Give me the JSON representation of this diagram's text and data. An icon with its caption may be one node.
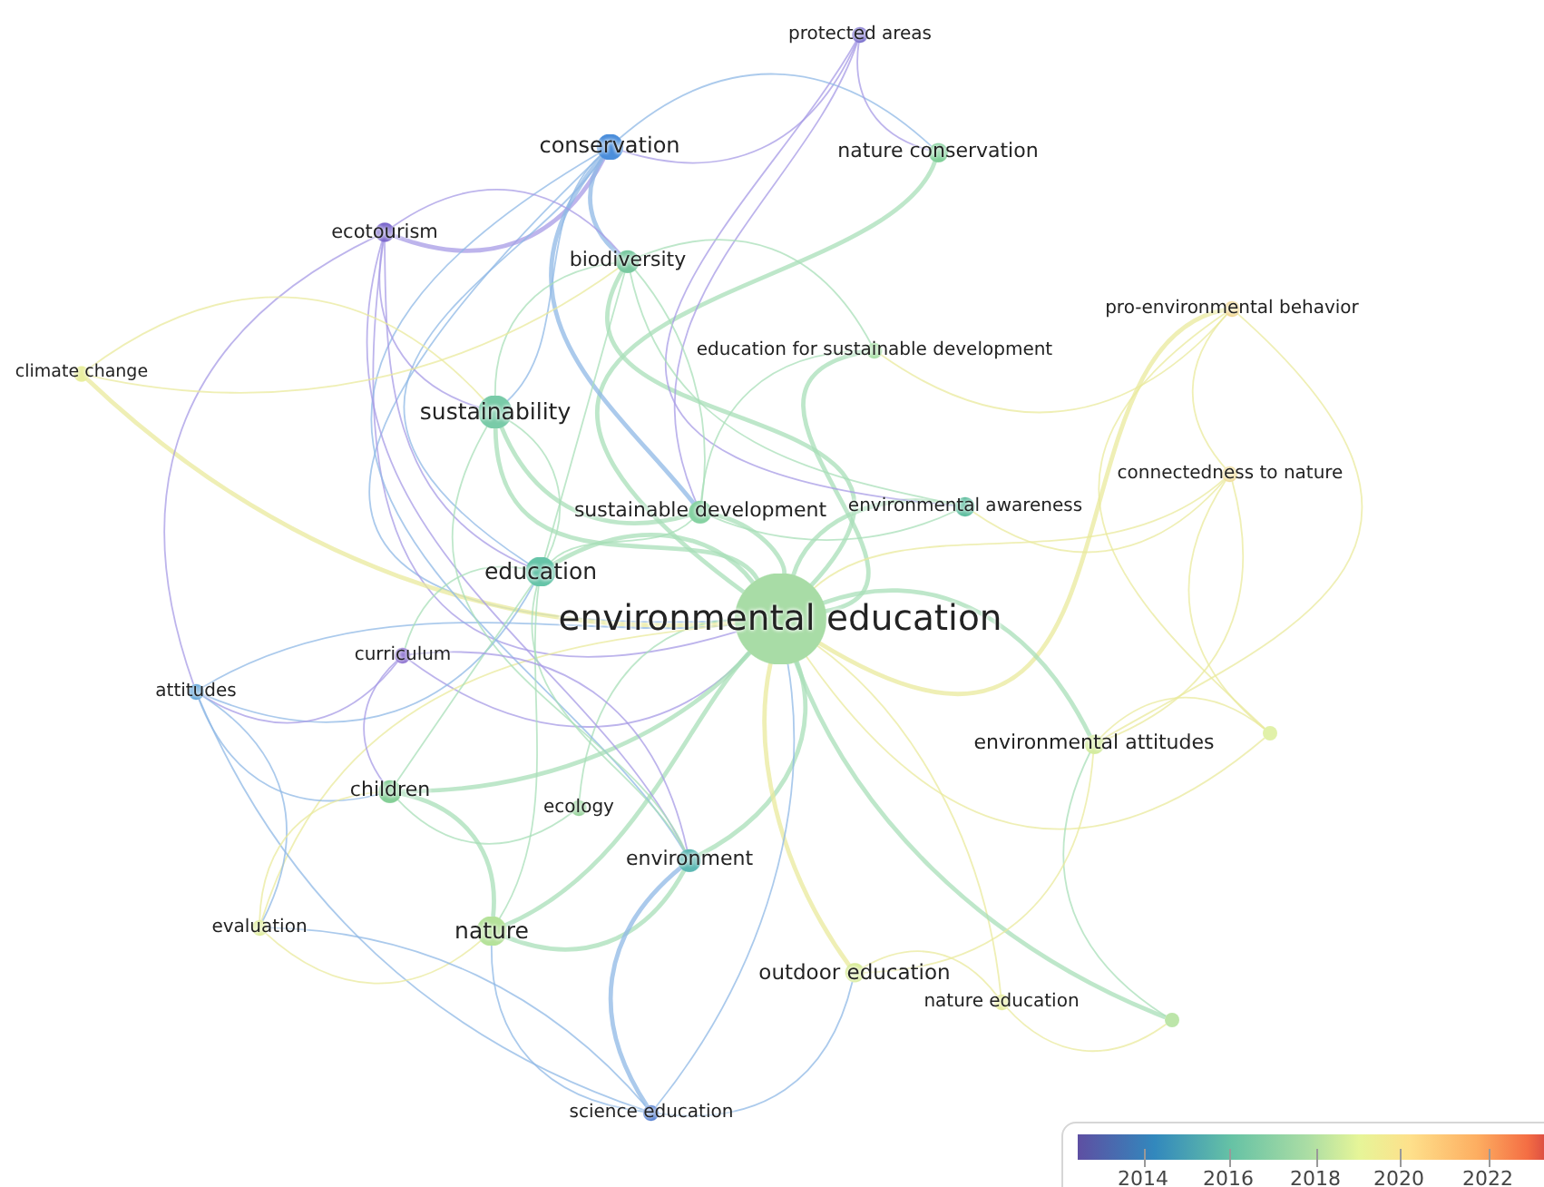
{
  "diagram": {
    "nodes": [
      {
        "text": [
          "protected areas"
        ]
      },
      {
        "text": [
          "conservation"
        ]
      },
      {
        "text": [
          "nature conservation"
        ]
      },
      {
        "text": [
          "ecotourism"
        ]
      },
      {
        "text": [
          "biodiversity"
        ]
      },
      {
        "text": [
          "pro-environmental behavior"
        ]
      },
      {
        "text": [
          "climate change"
        ]
      },
      {
        "text": [
          "education for sustainable development"
        ]
      },
      {
        "text": [
          "sustainability"
        ]
      },
      {
        "text": [
          "connectedness to nature"
        ]
      },
      {
        "text": [
          "sustainable development"
        ]
      },
      {
        "text": [
          "environmental awareness"
        ]
      },
      {
        "text": [
          "education"
        ]
      },
      {
        "text": [
          "environmental education"
        ]
      },
      {
        "text": [
          "curriculum"
        ]
      },
      {
        "text": [
          "attitudes"
        ]
      },
      {
        "text": [
          "environmental attitudes"
        ]
      },
      {
        "text": [],
        "shape": "circle"
      },
      {
        "text": [
          "children"
        ]
      },
      {
        "text": [
          "ecology"
        ]
      },
      {
        "text": [
          "environment"
        ]
      },
      {
        "text": [
          "evaluation"
        ]
      },
      {
        "text": [
          "nature"
        ]
      },
      {
        "text": [
          "outdoor education"
        ]
      },
      {
        "text": [
          "nature education"
        ]
      },
      {
        "text": [],
        "shape": "circle"
      },
      {
        "text": [
          "science education"
        ]
      }
    ],
    "edges": [
      {
        "from": 13,
        "to": 1,
        "arrow": "none",
        "color": "#8fb8e6"
      },
      {
        "from": 13,
        "to": 2,
        "arrow": "none",
        "style": "thick"
      },
      {
        "from": 13,
        "to": 3,
        "arrow": "none",
        "color": "#a79be6"
      },
      {
        "from": 13,
        "to": 4,
        "arrow": "none",
        "style": "thick"
      },
      {
        "from": 13,
        "to": 5,
        "arrow": "none",
        "color": "#eaea9c",
        "style": "thick"
      },
      {
        "from": 13,
        "to": 6,
        "arrow": "none",
        "color": "#eaea9c",
        "style": "thick"
      },
      {
        "from": 13,
        "to": 7,
        "arrow": "none",
        "style": "thick"
      },
      {
        "from": 13,
        "to": 8,
        "arrow": "none",
        "style": "thick"
      },
      {
        "from": 13,
        "to": 9,
        "arrow": "none",
        "color": "#eaea9c"
      },
      {
        "from": 13,
        "to": 10,
        "arrow": "none",
        "style": "thick"
      },
      {
        "from": 13,
        "to": 11,
        "arrow": "none",
        "style": "thick"
      },
      {
        "from": 13,
        "to": 12,
        "arrow": "none",
        "style": "thick"
      },
      {
        "from": 13,
        "to": 14,
        "arrow": "none",
        "color": "#a79be6"
      },
      {
        "from": 13,
        "to": 15,
        "arrow": "none",
        "color": "#8fb8e6"
      },
      {
        "from": 13,
        "to": 16,
        "arrow": "none",
        "style": "thick"
      },
      {
        "from": 13,
        "to": 17,
        "arrow": "none",
        "color": "#eaea9c"
      },
      {
        "from": 13,
        "to": 18,
        "arrow": "none",
        "style": "thick"
      },
      {
        "from": 13,
        "to": 19,
        "arrow": "none"
      },
      {
        "from": 13,
        "to": 20,
        "arrow": "none",
        "style": "thick"
      },
      {
        "from": 13,
        "to": 21,
        "arrow": "none",
        "color": "#eaea9c"
      },
      {
        "from": 13,
        "to": 22,
        "arrow": "none",
        "style": "thick"
      },
      {
        "from": 13,
        "to": 23,
        "arrow": "none",
        "color": "#eaea9c",
        "style": "thick"
      },
      {
        "from": 13,
        "to": 24,
        "arrow": "none",
        "color": "#eaea9c"
      },
      {
        "from": 13,
        "to": 25,
        "arrow": "none",
        "style": "thick"
      },
      {
        "from": 13,
        "to": 26,
        "arrow": "none",
        "color": "#8fb8e6"
      },
      {
        "from": 1,
        "to": 0,
        "arrow": "none",
        "color": "#a79be6"
      },
      {
        "from": 1,
        "to": 3,
        "arrow": "none",
        "color": "#a79be6",
        "style": "thick"
      },
      {
        "from": 1,
        "to": 4,
        "arrow": "none",
        "color": "#8fb8e6",
        "style": "thick"
      },
      {
        "from": 1,
        "to": 8,
        "arrow": "none",
        "color": "#8fb8e6"
      },
      {
        "from": 1,
        "to": 10,
        "arrow": "none",
        "color": "#8fb8e6",
        "style": "thick"
      },
      {
        "from": 1,
        "to": 12,
        "arrow": "none",
        "color": "#8fb8e6"
      },
      {
        "from": 1,
        "to": 20,
        "arrow": "none",
        "color": "#8fb8e6"
      },
      {
        "from": 1,
        "to": 2,
        "arrow": "none",
        "color": "#8fb8e6"
      },
      {
        "from": 0,
        "to": 2,
        "arrow": "none",
        "color": "#a79be6"
      },
      {
        "from": 0,
        "to": 10,
        "arrow": "none",
        "color": "#a79be6"
      },
      {
        "from": 0,
        "to": 11,
        "arrow": "none",
        "color": "#a79be6"
      },
      {
        "from": 3,
        "to": 4,
        "arrow": "none",
        "color": "#a79be6"
      },
      {
        "from": 3,
        "to": 8,
        "arrow": "none",
        "color": "#a79be6"
      },
      {
        "from": 3,
        "to": 20,
        "arrow": "none",
        "color": "#a79be6"
      },
      {
        "from": 3,
        "to": 15,
        "arrow": "none",
        "color": "#a79be6"
      },
      {
        "from": 3,
        "to": 12,
        "arrow": "none",
        "color": "#a79be6"
      },
      {
        "from": 4,
        "to": 8,
        "arrow": "none"
      },
      {
        "from": 4,
        "to": 10,
        "arrow": "none"
      },
      {
        "from": 4,
        "to": 12,
        "arrow": "none"
      },
      {
        "from": 4,
        "to": 7,
        "arrow": "none"
      },
      {
        "from": 4,
        "to": 11,
        "arrow": "none"
      },
      {
        "from": 6,
        "to": 8,
        "arrow": "none",
        "color": "#eaea9c"
      },
      {
        "from": 6,
        "to": 4,
        "arrow": "none",
        "color": "#eaea9c"
      },
      {
        "from": 5,
        "to": 7,
        "arrow": "none",
        "color": "#eaea9c"
      },
      {
        "from": 5,
        "to": 9,
        "arrow": "none",
        "color": "#eaea9c"
      },
      {
        "from": 5,
        "to": 16,
        "arrow": "none",
        "color": "#eaea9c"
      },
      {
        "from": 5,
        "to": 17,
        "arrow": "none",
        "color": "#eaea9c"
      },
      {
        "from": 9,
        "to": 16,
        "arrow": "none",
        "color": "#eaea9c"
      },
      {
        "from": 9,
        "to": 17,
        "arrow": "none",
        "color": "#eaea9c"
      },
      {
        "from": 9,
        "to": 11,
        "arrow": "none",
        "color": "#eaea9c"
      },
      {
        "from": 8,
        "to": 10,
        "arrow": "none",
        "style": "thick"
      },
      {
        "from": 8,
        "to": 12,
        "arrow": "none"
      },
      {
        "from": 8,
        "to": 20,
        "arrow": "none"
      },
      {
        "from": 10,
        "to": 12,
        "arrow": "none"
      },
      {
        "from": 10,
        "to": 11,
        "arrow": "none"
      },
      {
        "from": 10,
        "to": 7,
        "arrow": "none"
      },
      {
        "from": 12,
        "to": 14,
        "arrow": "none"
      },
      {
        "from": 12,
        "to": 15,
        "arrow": "none",
        "color": "#8fb8e6"
      },
      {
        "from": 12,
        "to": 18,
        "arrow": "none"
      },
      {
        "from": 12,
        "to": 22,
        "arrow": "none"
      },
      {
        "from": 12,
        "to": 20,
        "arrow": "none"
      },
      {
        "from": 14,
        "to": 15,
        "arrow": "none",
        "color": "#a79be6"
      },
      {
        "from": 14,
        "to": 18,
        "arrow": "none",
        "color": "#a79be6"
      },
      {
        "from": 14,
        "to": 20,
        "arrow": "none",
        "color": "#a79be6"
      },
      {
        "from": 15,
        "to": 18,
        "arrow": "none",
        "color": "#8fb8e6"
      },
      {
        "from": 15,
        "to": 21,
        "arrow": "none",
        "color": "#8fb8e6"
      },
      {
        "from": 15,
        "to": 26,
        "arrow": "none",
        "color": "#8fb8e6"
      },
      {
        "from": 16,
        "to": 17,
        "arrow": "none",
        "color": "#eaea9c"
      },
      {
        "from": 16,
        "to": 25,
        "arrow": "none"
      },
      {
        "from": 16,
        "to": 23,
        "arrow": "none",
        "color": "#eaea9c"
      },
      {
        "from": 18,
        "to": 21,
        "arrow": "none",
        "color": "#eaea9c"
      },
      {
        "from": 18,
        "to": 22,
        "arrow": "none",
        "style": "thick"
      },
      {
        "from": 18,
        "to": 19,
        "arrow": "none"
      },
      {
        "from": 20,
        "to": 22,
        "arrow": "none",
        "style": "thick"
      },
      {
        "from": 20,
        "to": 26,
        "arrow": "none",
        "color": "#8fb8e6",
        "style": "thick"
      },
      {
        "from": 22,
        "to": 21,
        "arrow": "none",
        "color": "#eaea9c"
      },
      {
        "from": 22,
        "to": 26,
        "arrow": "none",
        "color": "#8fb8e6"
      },
      {
        "from": 23,
        "to": 24,
        "arrow": "none",
        "color": "#eaea9c"
      },
      {
        "from": 24,
        "to": 25,
        "arrow": "none",
        "color": "#eaea9c"
      },
      {
        "from": 23,
        "to": 26,
        "arrow": "none",
        "color": "#8fb8e6"
      },
      {
        "from": 26,
        "to": 21,
        "arrow": "none",
        "color": "#8fb8e6"
      }
    ],
    "labels": [
      "2014",
      "2016",
      "2018",
      "2020",
      "2022"
    ]
  }
}
